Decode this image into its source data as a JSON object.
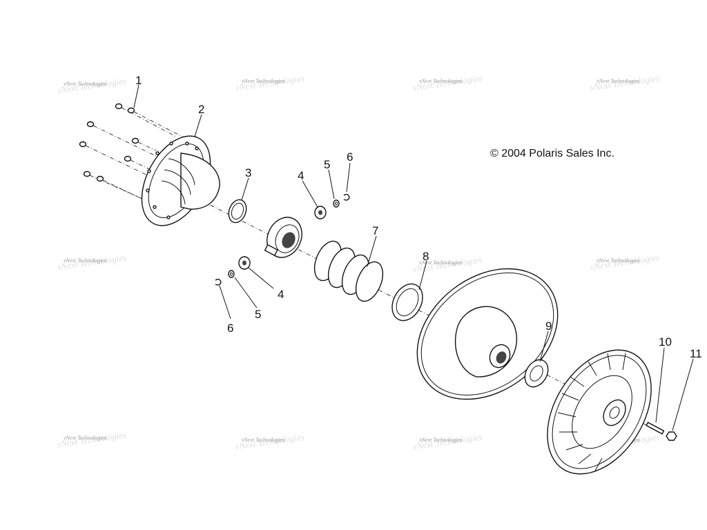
{
  "copyright": "© 2004 Polaris Sales Inc.",
  "watermark": "vNext Technologies",
  "callouts": [
    "1",
    "2",
    "3",
    "4",
    "5",
    "6",
    "7",
    "8",
    "9",
    "10",
    "11",
    "4",
    "5",
    "6"
  ]
}
